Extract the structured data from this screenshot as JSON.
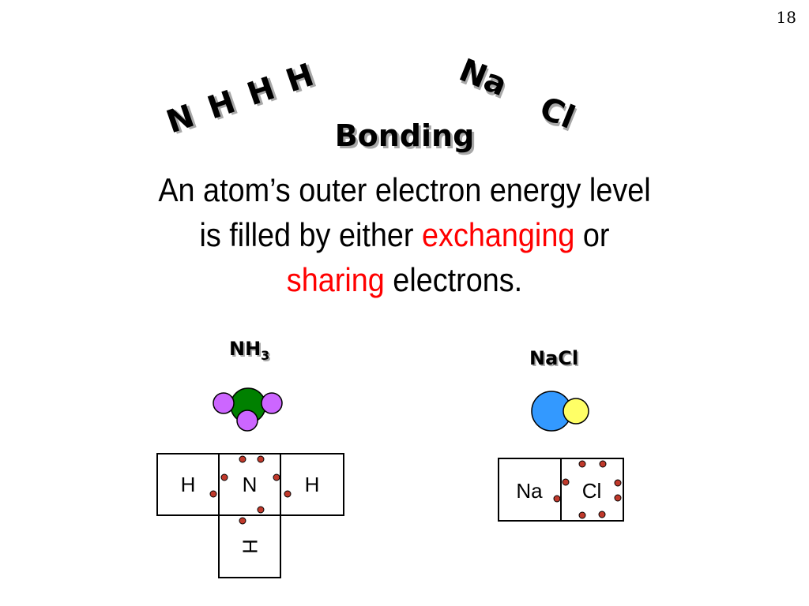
{
  "slide_number": "18",
  "wordart": {
    "left_group": [
      "N",
      "H",
      "H",
      "H"
    ],
    "right_group": [
      "Na",
      "Cl"
    ]
  },
  "title": "Bonding",
  "body": {
    "line1": "An atom’s outer electron energy level",
    "line2_prefix": "is filled by either ",
    "line2_red": "exchanging",
    "line2_suffix": " or",
    "line3_red": "sharing",
    "line3_suffix": " electrons."
  },
  "nh3": {
    "formula_main": "NH",
    "formula_sub": "3",
    "cells": {
      "left": "H",
      "center": "N",
      "right": "H",
      "bottom": "H"
    }
  },
  "nacl": {
    "formula": "NaCl",
    "cells": {
      "left": "Na",
      "right": "Cl"
    }
  },
  "colors": {
    "accent_red": "#ff0000",
    "nitrogen": "#008000",
    "hydrogen": "#cc66ff",
    "sodium": "#3399ff",
    "chlorine": "#ffff66",
    "electron": "#c0392b"
  }
}
